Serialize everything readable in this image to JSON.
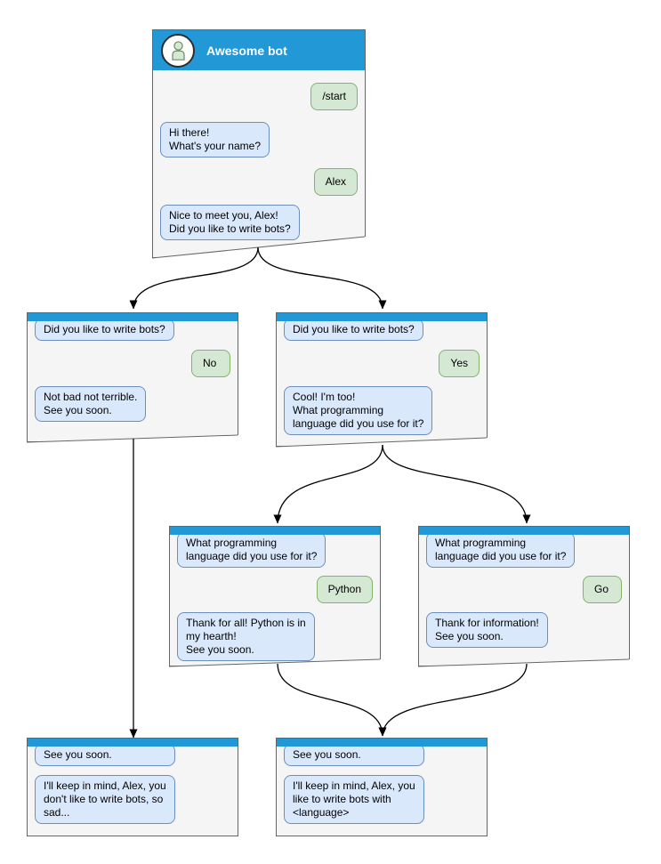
{
  "colors": {
    "titlebar_blue": "#2298d7",
    "window_body": "#f5f5f5",
    "window_border": "#666666",
    "bot_bubble_fill": "#dae8fc",
    "bot_bubble_border": "#6c8ebf",
    "user_bubble_fill": "#d5e8d4",
    "user_bubble_border": "#82b366",
    "arrow": "#000000"
  },
  "icons": {
    "avatar": "person-icon"
  },
  "windows": [
    {
      "id": "start",
      "title": "Awesome bot",
      "messages": [
        {
          "from": "user",
          "text": "/start"
        },
        {
          "from": "bot",
          "text": "Hi there!\nWhat's your name?"
        },
        {
          "from": "user",
          "text": "Alex"
        },
        {
          "from": "bot",
          "text": "Nice to meet you, Alex!\nDid you like to write bots?"
        }
      ]
    },
    {
      "id": "branch-no",
      "messages": [
        {
          "from": "bot",
          "text": "Did you like to write bots?"
        },
        {
          "from": "user",
          "text": "No"
        },
        {
          "from": "bot",
          "text": "Not bad not terrible.\nSee you soon."
        }
      ]
    },
    {
      "id": "branch-yes",
      "messages": [
        {
          "from": "bot",
          "text": "Did you like to write bots?"
        },
        {
          "from": "user",
          "text": "Yes"
        },
        {
          "from": "bot",
          "text": "Cool! I'm too!\nWhat programming\nlanguage did you use for it?"
        }
      ]
    },
    {
      "id": "branch-python",
      "messages": [
        {
          "from": "bot",
          "text": "What programming\nlanguage did you use for it?"
        },
        {
          "from": "user",
          "text": "Python"
        },
        {
          "from": "bot",
          "text": "Thank for all! Python is in\nmy hearth!\nSee you soon."
        }
      ]
    },
    {
      "id": "branch-go",
      "messages": [
        {
          "from": "bot",
          "text": "What programming\nlanguage did you use for it?"
        },
        {
          "from": "user",
          "text": "Go"
        },
        {
          "from": "bot",
          "text": "Thank for information!\nSee you soon."
        }
      ]
    },
    {
      "id": "end-no",
      "messages": [
        {
          "from": "bot",
          "text": "See you soon."
        },
        {
          "from": "bot",
          "text": "I'll keep in mind, Alex, you\ndon't like to write bots, so\nsad..."
        }
      ]
    },
    {
      "id": "end-language",
      "messages": [
        {
          "from": "bot",
          "text": "See you soon."
        },
        {
          "from": "bot",
          "text": "I'll keep in mind, Alex, you\nlike to write bots with\n<language>"
        }
      ]
    }
  ],
  "edges": [
    {
      "from": "start",
      "to": "branch-no"
    },
    {
      "from": "start",
      "to": "branch-yes"
    },
    {
      "from": "branch-no",
      "to": "end-no"
    },
    {
      "from": "branch-yes",
      "to": "branch-python"
    },
    {
      "from": "branch-yes",
      "to": "branch-go"
    },
    {
      "from": "branch-python",
      "to": "end-language"
    },
    {
      "from": "branch-go",
      "to": "end-language"
    }
  ]
}
